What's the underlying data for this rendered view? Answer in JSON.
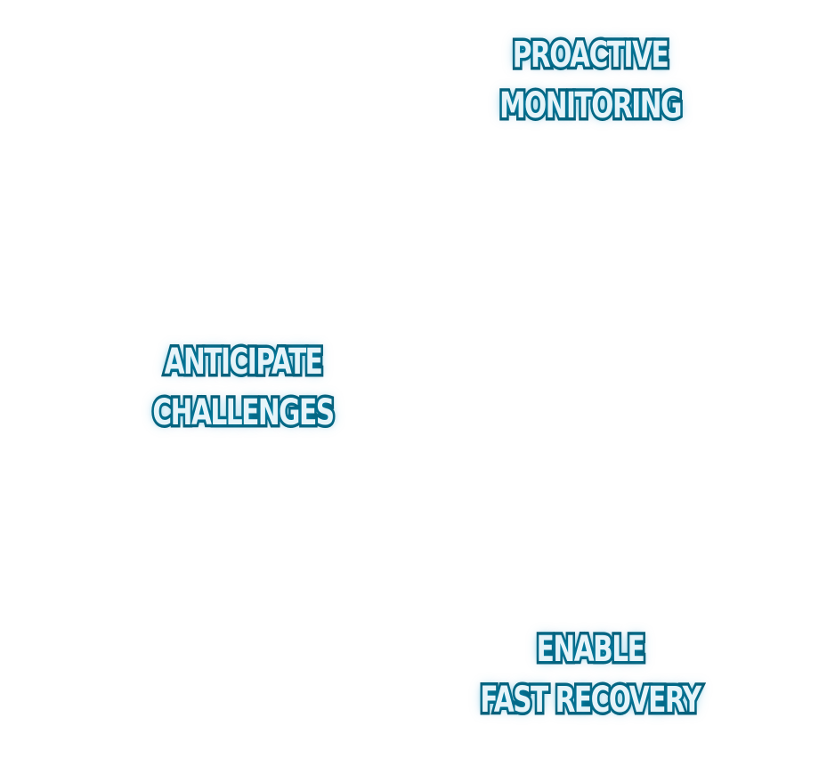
{
  "labels": {
    "proactive": {
      "line1": "PROACTIVE",
      "line2": "MONITORING"
    },
    "anticipate": {
      "line1": "ANTICIPATE",
      "line2": "CHALLENGES"
    },
    "recovery": {
      "line1": "ENABLE",
      "line2": "FAST RECOVERY"
    }
  },
  "colors": {
    "text_fill": "#e7f4f9",
    "text_outline": "#075a72",
    "glow": "#009bc8",
    "background": "#ffffff"
  }
}
